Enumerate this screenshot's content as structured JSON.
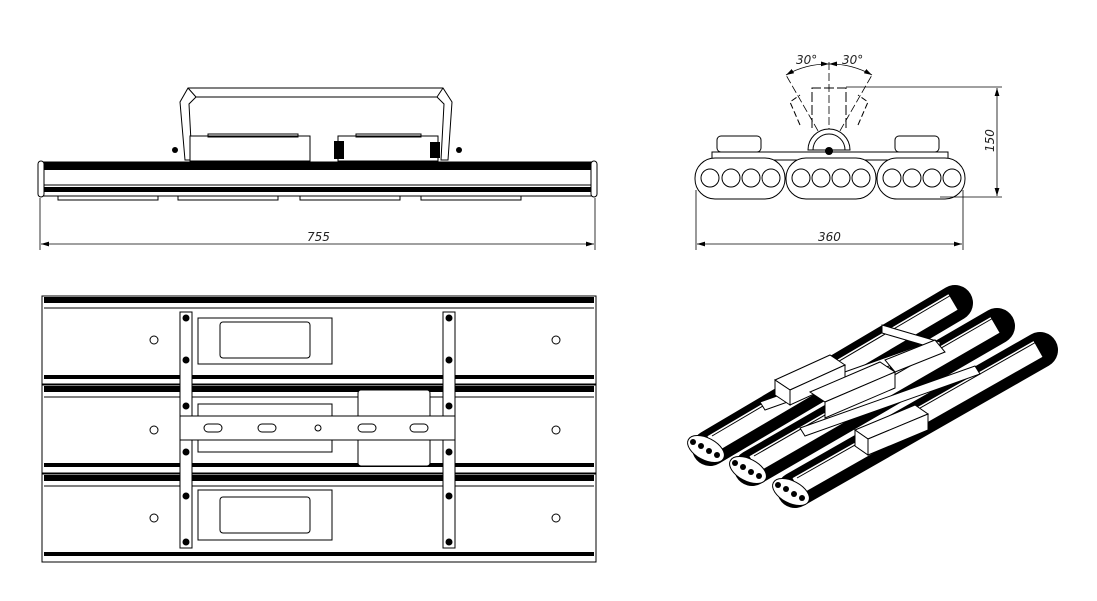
{
  "drawing": {
    "front_view": {
      "length_dimension": "755"
    },
    "side_view": {
      "width_dimension": "360",
      "height_dimension": "150",
      "tilt_left_angle": "30°",
      "tilt_right_angle": "30°"
    },
    "top_view": {
      "panel_count": 3
    },
    "isometric_view": {
      "panel_count": 3
    }
  }
}
